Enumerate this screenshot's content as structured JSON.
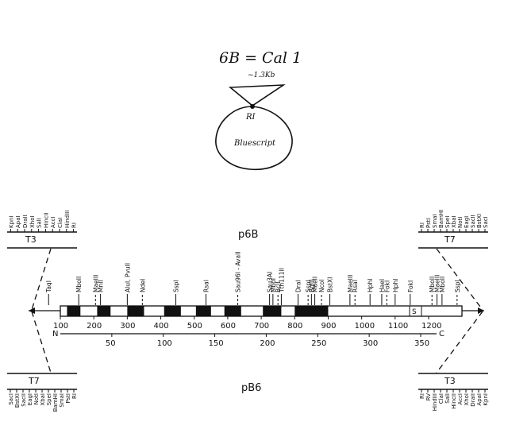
{
  "sketch": {
    "equation": "6B = Cal 1",
    "insert_size": "~1.3Kb",
    "site_label": "RI",
    "vector_label": "Bluescript"
  },
  "labels": {
    "top_plasmid": "p6B",
    "bottom_plasmid": "pB6",
    "n_terminus": "N",
    "c_terminus": "C",
    "s_box": "S",
    "bottom_left_primer": "T7",
    "bottom_right_primer": "T3",
    "top_left_primer": "T3",
    "top_right_primer": "T7"
  },
  "polylinkers": {
    "top_left": [
      "KpnI",
      "ApaI",
      "DraII",
      "XhoI",
      "SalI",
      "HincII",
      "AccI",
      "ClaI",
      "HindIII",
      "RI"
    ],
    "top_right": [
      "RI",
      "PstI",
      "SmaI",
      "BamHI",
      "SpeI",
      "XbaI",
      "NotI",
      "EagI",
      "SacII",
      "BstXI",
      "SacI"
    ],
    "bottom_left": [
      "SacI",
      "BstXI",
      "SacII",
      "EagI",
      "NotI",
      "XbaI",
      "SpeI",
      "BamHI",
      "SmaI",
      "PstI",
      "RI"
    ],
    "bottom_right": [
      "RI",
      "RV",
      "HindIII",
      "ClaI",
      "SalI",
      "HincII",
      "AccI",
      "XhoI",
      "DraII",
      "ApaI",
      "KpnI"
    ]
  },
  "restriction_sites": [
    {
      "label": "TaqI",
      "pos": 65
    },
    {
      "label": "MboII",
      "pos": 155
    },
    {
      "label": "MaeIII",
      "pos": 205
    },
    {
      "label": "MnlI",
      "pos": 220
    },
    {
      "label": "AluI, PvuII",
      "pos": 300
    },
    {
      "label": "NdeI",
      "pos": 345
    },
    {
      "label": "SspI",
      "pos": 445
    },
    {
      "label": "RsaI",
      "pos": 535
    },
    {
      "label": "Sau96I - AvaII",
      "pos": 630
    },
    {
      "label": "Sau3AI",
      "pos": 725
    },
    {
      "label": "MboI",
      "pos": 735
    },
    {
      "label": "BclI",
      "pos": 750
    },
    {
      "label": "Tth111II",
      "pos": 760
    },
    {
      "label": "DraI",
      "pos": 810
    },
    {
      "label": "SspI",
      "pos": 840
    },
    {
      "label": "BglII",
      "pos": 850
    },
    {
      "label": "MaeII",
      "pos": 860
    },
    {
      "label": "NcoI",
      "pos": 880
    },
    {
      "label": "BstXI",
      "pos": 905
    },
    {
      "label": "MaeIII",
      "pos": 965
    },
    {
      "label": "RsaI",
      "pos": 980
    },
    {
      "label": "HphI",
      "pos": 1025
    },
    {
      "label": "HaeI",
      "pos": 1060
    },
    {
      "label": "FokI",
      "pos": 1075
    },
    {
      "label": "HphI",
      "pos": 1100
    },
    {
      "label": "FokI",
      "pos": 1145
    },
    {
      "label": "MboII",
      "pos": 1210
    },
    {
      "label": "MaeIII",
      "pos": 1225
    },
    {
      "label": "MboII",
      "pos": 1240
    },
    {
      "label": "SspI",
      "pos": 1285
    }
  ],
  "bp_scale": {
    "ticks": [
      "100",
      "200",
      "300",
      "400",
      "500",
      "600",
      "700",
      "800",
      "900",
      "1000",
      "1100",
      "1200"
    ],
    "min": 100,
    "max": 1200
  },
  "aa_scale": {
    "ticks": [
      "50",
      "100",
      "150",
      "200",
      "250",
      "300",
      "350"
    ],
    "min": 0,
    "max": 350
  },
  "coding_blocks": [
    [
      120,
      160
    ],
    [
      210,
      250
    ],
    [
      300,
      350
    ],
    [
      410,
      460
    ],
    [
      505,
      550
    ],
    [
      590,
      640
    ],
    [
      705,
      760
    ],
    [
      800,
      900
    ]
  ]
}
